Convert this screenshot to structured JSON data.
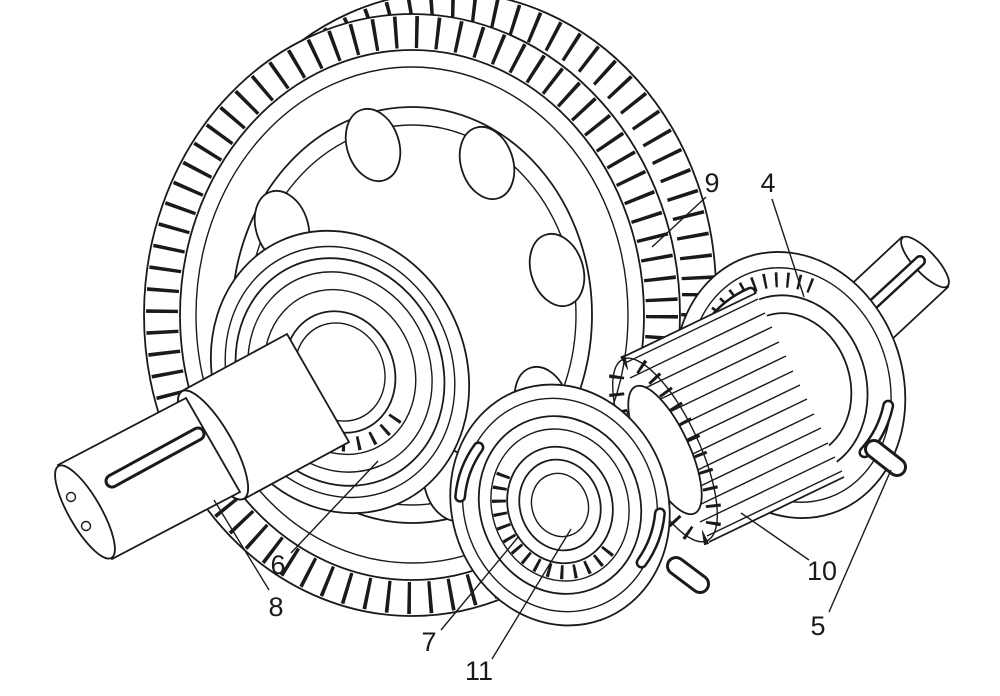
{
  "figure": {
    "background_color": "#ffffff",
    "line_color": "#1a1a1a"
  },
  "callouts": [
    {
      "label": "9"
    },
    {
      "label": "4"
    },
    {
      "label": "6"
    },
    {
      "label": "8"
    },
    {
      "label": "10"
    },
    {
      "label": "5"
    },
    {
      "label": "7"
    },
    {
      "label": "11"
    }
  ]
}
